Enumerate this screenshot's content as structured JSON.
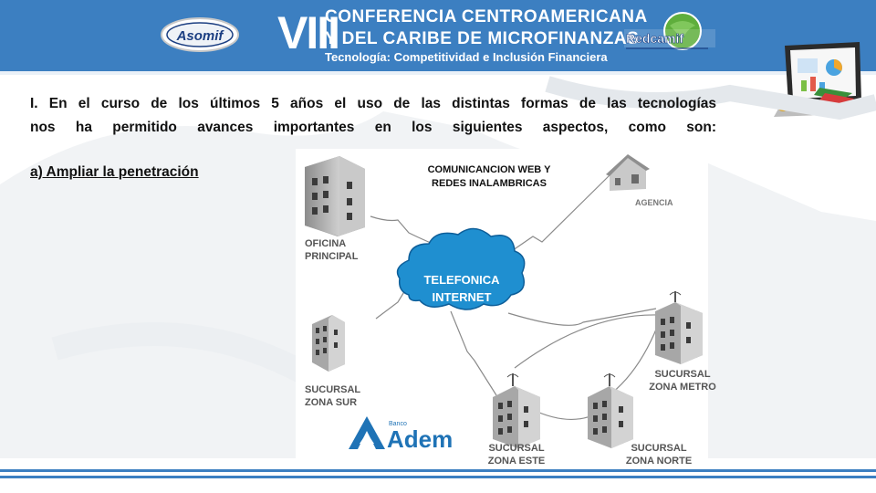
{
  "header": {
    "roman": "VIII",
    "line1": "CONFERENCIA CENTROAMERICANA",
    "line2": "Y DEL CARIBE DE MICROFINANZAS",
    "subtitle": "Tecnología: Competitividad e Inclusión Financiera",
    "logo_left": "Asomif",
    "logo_right": "Redcamif"
  },
  "body": {
    "para_line1": "I. En el curso de los últimos 5 años el uso de las distintas formas de las tecnologías",
    "para_line2": "nos ha permitido avances importantes en los siguientes aspectos, como son:",
    "point": "a) Ampliar la penetración"
  },
  "diagram": {
    "title_line1": "COMUNICANCION WEB Y",
    "title_line2": "REDES INALAMBRICAS",
    "agencia": "AGENCIA",
    "oficina_line1": "OFICINA",
    "oficina_line2": "PRINCIPAL",
    "cloud_line1": "TELEFONICA",
    "cloud_line2": "INTERNET",
    "sur_line1": "SUCURSAL",
    "sur_line2": "ZONA SUR",
    "metro_line1": "SUCURSAL",
    "metro_line2": "ZONA METRO",
    "este_line1": "SUCURSAL",
    "este_line2": "ZONA ESTE",
    "norte_line1": "SUCURSAL",
    "norte_line2": "ZONA NORTE",
    "brand_small": "Banco",
    "brand": "Ademi"
  },
  "colors": {
    "header_blue": "#3c7fc1",
    "cloud_blue": "#1f8fd0",
    "ademi_blue": "#1f73b6"
  }
}
